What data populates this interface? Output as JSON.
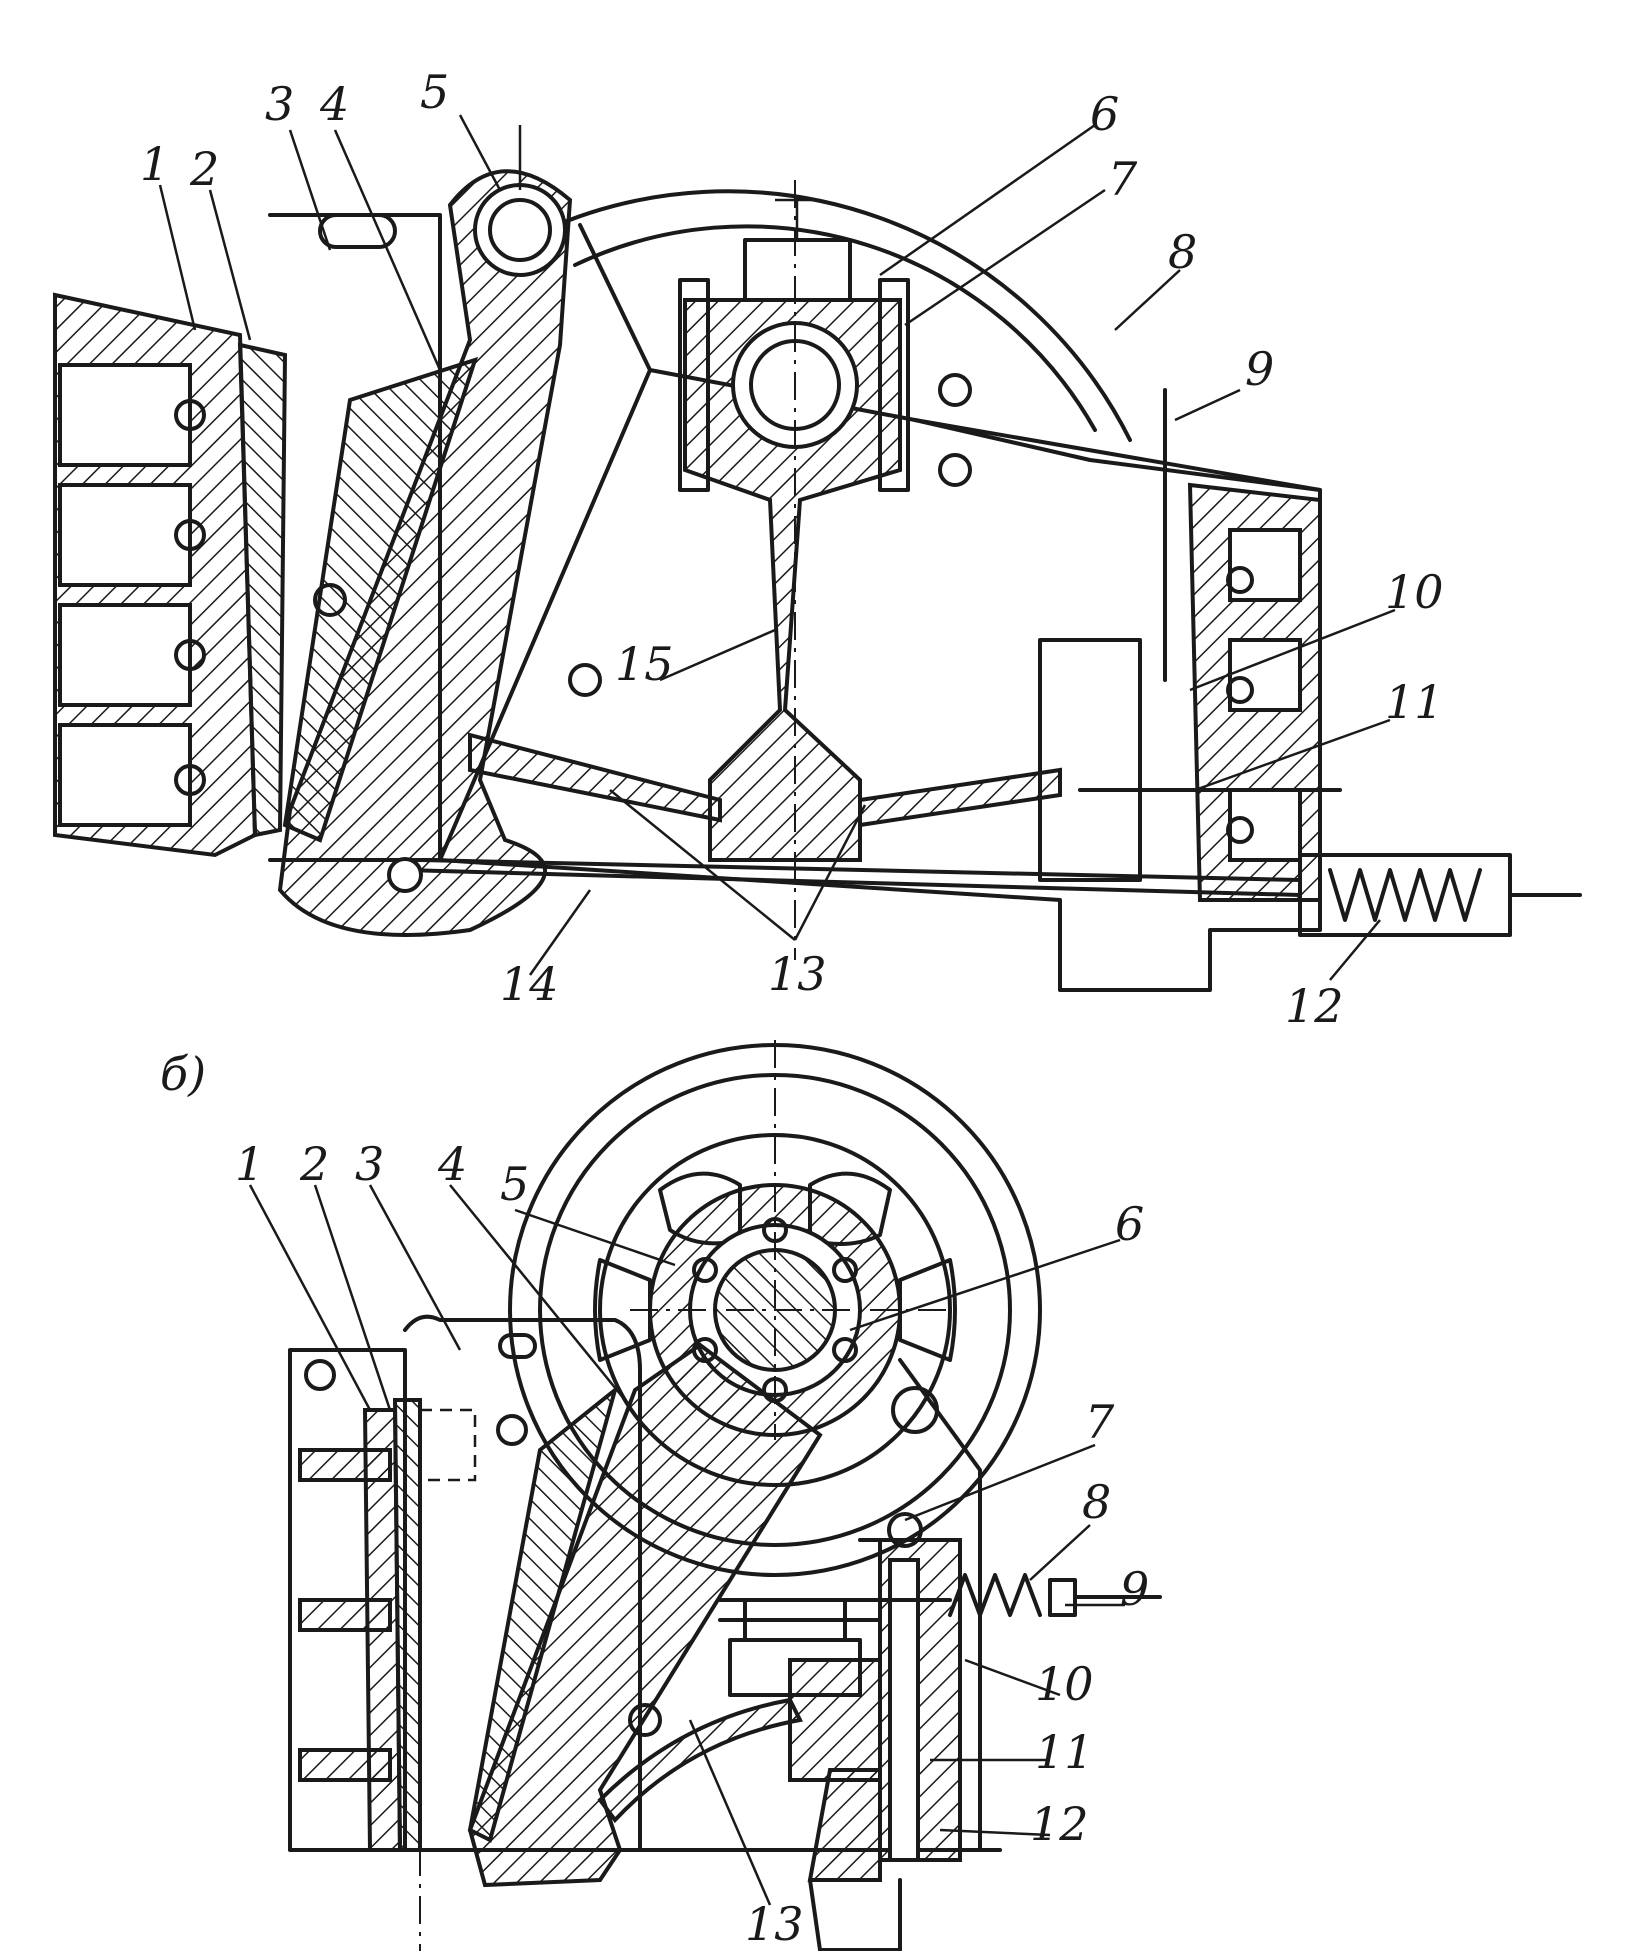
{
  "figure_b_marker": "б)",
  "figure_a": {
    "labels": [
      "1",
      "2",
      "3",
      "4",
      "5",
      "6",
      "7",
      "8",
      "9",
      "10",
      "11",
      "12",
      "13",
      "14",
      "15"
    ]
  },
  "figure_b": {
    "labels": [
      "1",
      "2",
      "3",
      "4",
      "5",
      "6",
      "7",
      "8",
      "9",
      "10",
      "11",
      "12",
      "13"
    ]
  }
}
